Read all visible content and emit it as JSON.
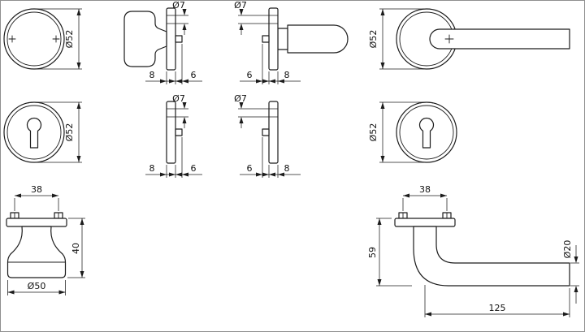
{
  "labels": {
    "rose_diameter": "Ø52",
    "fixing_hole_diameter": "Ø7",
    "rose_thickness": "8",
    "spindle_offset": "6",
    "screw_spacing": "38",
    "knob_height": "40",
    "knob_base_diameter": "Ø50",
    "lever_offset_height": "59",
    "grip_diameter": "Ø20",
    "grip_length": "125"
  }
}
